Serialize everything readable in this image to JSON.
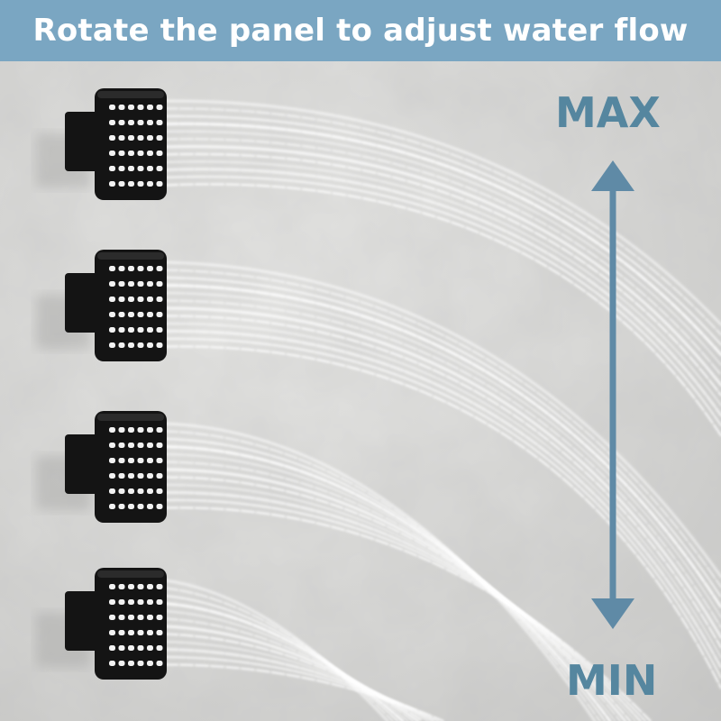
{
  "banner": {
    "title": "Rotate the panel to adjust water flow"
  },
  "scale": {
    "max_label": "MAX",
    "min_label": "MIN"
  },
  "colors": {
    "banner_bg": "#7aa6c2",
    "accent": "#5f8aa6",
    "label": "#55869f",
    "wall": "#d8d8d6",
    "jet_body": "#141414"
  },
  "jets": [
    {
      "name": "jet-1",
      "nozzle_rows": 6,
      "nozzle_cols": 6
    },
    {
      "name": "jet-2",
      "nozzle_rows": 6,
      "nozzle_cols": 6
    },
    {
      "name": "jet-3",
      "nozzle_rows": 6,
      "nozzle_cols": 6
    },
    {
      "name": "jet-4",
      "nozzle_rows": 6,
      "nozzle_cols": 6
    }
  ]
}
